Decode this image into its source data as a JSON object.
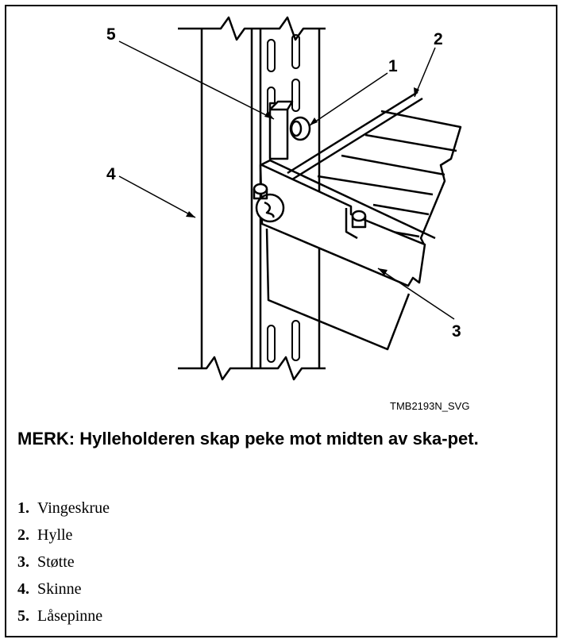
{
  "figure": {
    "id": "TMB2193N_SVG",
    "callouts": [
      "5",
      "1",
      "2",
      "4",
      "3"
    ]
  },
  "note": "MERK: Hylleholderen skap peke mot midten av ska-pet.",
  "legend": [
    {
      "num": "1.",
      "label": "Vingeskrue"
    },
    {
      "num": "2.",
      "label": "Hylle"
    },
    {
      "num": "3.",
      "label": "Støtte"
    },
    {
      "num": "4.",
      "label": "Skinne"
    },
    {
      "num": "5.",
      "label": "Låsepinne"
    }
  ]
}
